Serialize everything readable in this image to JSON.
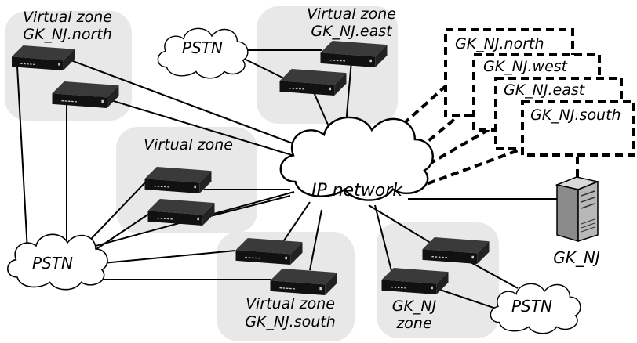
{
  "diagram": {
    "zones": {
      "north": {
        "line1": "Virtual zone",
        "line2": "GK_NJ.north"
      },
      "east": {
        "line1": "Virtual zone",
        "line2": "GK_NJ.east"
      },
      "middle": {
        "line1": "Virtual zone"
      },
      "south": {
        "line1": "Virtual zone",
        "line2": "GK_NJ.south"
      },
      "gk": {
        "line1": "GK_NJ",
        "line2": "zone"
      }
    },
    "clouds": {
      "ip": "IP network",
      "pstn_top": "PSTN",
      "pstn_left": "PSTN",
      "pstn_right": "PSTN"
    },
    "virtual_zone_list": [
      "GK_NJ.north",
      "GK_NJ.west",
      "GK_NJ.east",
      "GK_NJ.south"
    ],
    "server_label": "GK_NJ",
    "colors": {
      "zone_background": "#e8e8e8",
      "line": "#000000",
      "device_top": "#3a3a3a",
      "device_front": "#111111",
      "server_body": "#b8b8b8"
    }
  }
}
